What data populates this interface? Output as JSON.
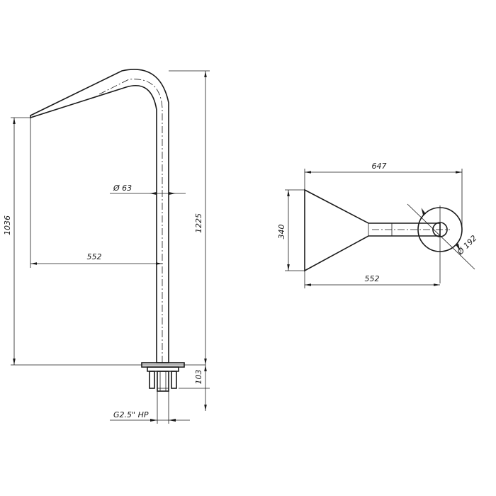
{
  "side_view": {
    "height_total": "1225",
    "height_spout": "1036",
    "reach": "552",
    "pipe_diameter": "Ø 63",
    "base_height": "103",
    "thread": "G2.5\" НР"
  },
  "top_view": {
    "overall_length": "647",
    "reach": "552",
    "mouth_width": "340",
    "flange_diameter": "Ø 192"
  }
}
